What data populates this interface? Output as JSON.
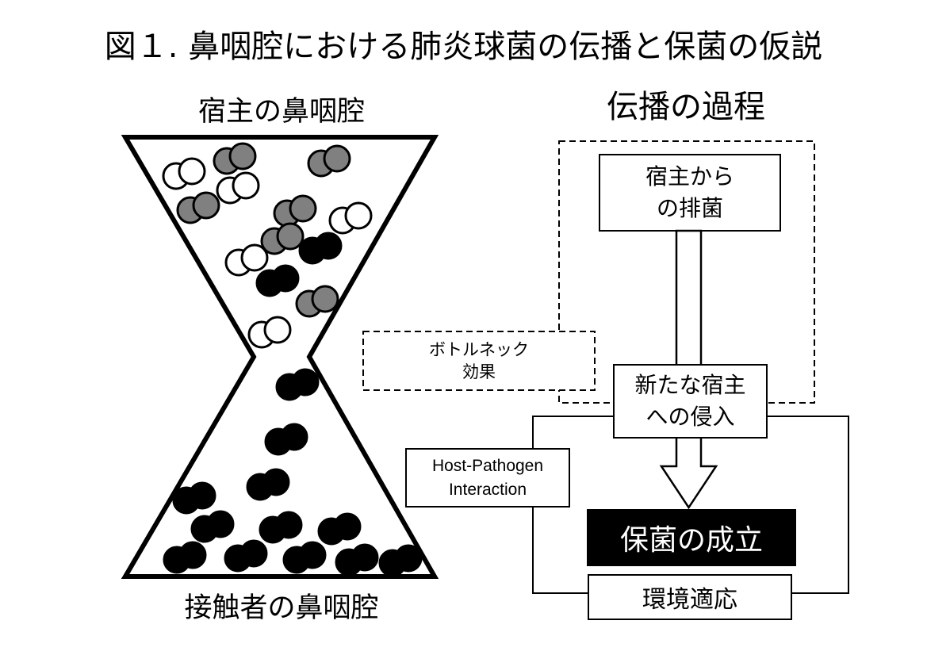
{
  "title": "図１. 鼻咽腔における肺炎球菌の伝播と保菌の仮説",
  "hourglass": {
    "top_label": "宿主の鼻咽腔",
    "bottom_label": "接触者の鼻咽腔"
  },
  "process": {
    "title": "伝播の過程",
    "shedding_lines": [
      "宿主から",
      "の排菌"
    ],
    "invasion_lines": [
      "新たな宿主",
      "への侵入"
    ],
    "bottleneck_lines": [
      "ボトルネック",
      "効果"
    ],
    "hpi_lines": [
      "Host-Pathogen",
      "Interaction"
    ],
    "carriage": "保菌の成立",
    "environment": "環境適応"
  },
  "bacteria_fill": {
    "white": "#ffffff",
    "gray": "#808080",
    "black": "#000000"
  },
  "colors": {
    "line": "#000000",
    "carriage_bg": "#000000",
    "carriage_text": "#ffffff"
  }
}
